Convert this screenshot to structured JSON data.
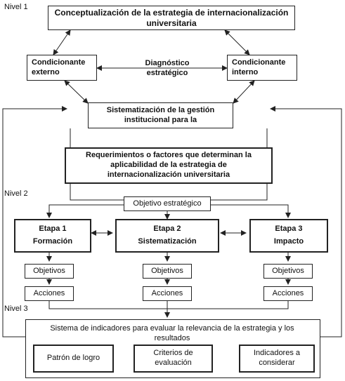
{
  "levels": {
    "l1": "Nivel 1",
    "l2": "Nivel 2",
    "l3": "Nivel 3"
  },
  "top_title": "Conceptualización de la estrategia de internacionalización universitaria",
  "cond_externo": "Condicionante externo",
  "cond_interno": "Condicionante interno",
  "diagnostico": "Diagnóstico estratégico",
  "sistematizacion_gestion": "Sistematización de la gestión institucional para la",
  "requerimientos": "Requerimientos o factores que determinan la aplicabilidad de la estrategia de internacionalización universitaria",
  "objetivo_estrategico": "Objetivo estratégico",
  "etapas": [
    {
      "title": "Etapa 1",
      "name": "Formación"
    },
    {
      "title": "Etapa 2",
      "name": "Sistematización"
    },
    {
      "title": "Etapa 3",
      "name": "Impacto"
    }
  ],
  "objetivos_label": "Objetivos",
  "acciones_label": "Acciones",
  "sistema_indicadores": "Sistema de indicadores para evaluar la relevancia de la estrategia y los resultados",
  "indicadores": [
    "Patrón de logro",
    "Criterios de evaluación",
    "Indicadores a considerar"
  ]
}
